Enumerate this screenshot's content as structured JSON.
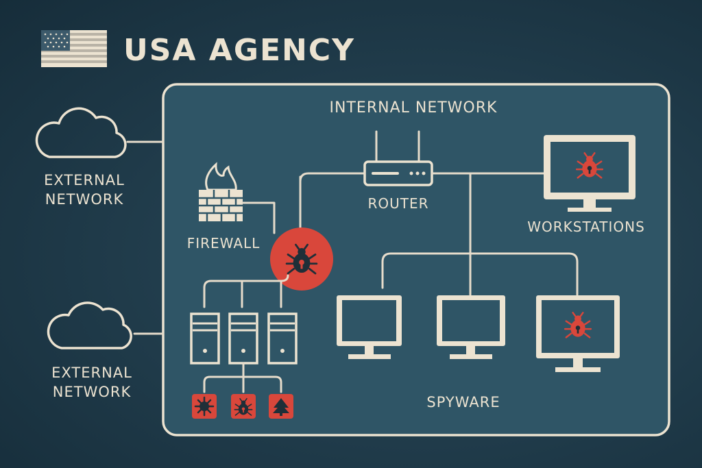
{
  "header": {
    "title": "USA AGENCY",
    "flag_icon": "usa-flag-icon"
  },
  "internal_network": {
    "label": "INTERNAL NETWORK"
  },
  "external_networks": [
    {
      "label_line1": "EXTERNAL",
      "label_line2": "NETWORK",
      "icon": "cloud-icon"
    },
    {
      "label_line1": "EXTERNAL",
      "label_line2": "NETWORK",
      "icon": "cloud-icon"
    }
  ],
  "nodes": {
    "firewall": {
      "label": "FIREWALL",
      "icon": "firewall-icon"
    },
    "router": {
      "label": "ROUTER",
      "icon": "router-icon"
    },
    "workstations": {
      "label": "WORKSTATIONS",
      "icon": "monitor-bug-icon"
    },
    "spyware": {
      "label": "SPYWARE"
    },
    "malware_hub": {
      "icon": "bug-icon"
    },
    "servers": {
      "count": 3,
      "icon": "server-icon"
    },
    "threats": [
      "virus-icon",
      "bug-icon",
      "tree-icon"
    ],
    "monitors": [
      "monitor-icon",
      "monitor-icon",
      "monitor-bug-icon"
    ]
  },
  "colors": {
    "background": "#1f3a49",
    "panel": "#2f5566",
    "line": "#ece3d1",
    "threat_red": "#d9473b"
  }
}
